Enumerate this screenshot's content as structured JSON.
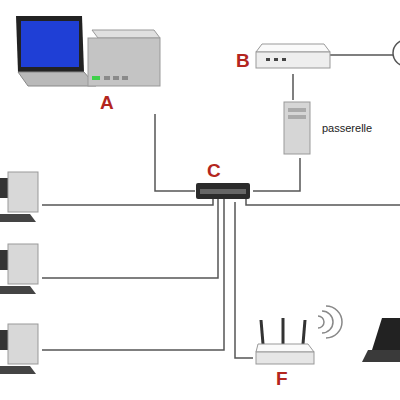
{
  "diagram": {
    "nodes": [
      {
        "text": [
          "A"
        ]
      },
      {
        "text": [
          "B"
        ]
      },
      {
        "text": [
          "C"
        ]
      },
      {
        "text": [
          "passerelle"
        ]
      },
      {
        "text": [
          "F"
        ]
      }
    ],
    "edges": [
      {
        "from": 0,
        "to": 2,
        "arrow": "none"
      },
      {
        "from": 1,
        "to": 3,
        "arrow": "none"
      },
      {
        "from": 3,
        "to": 2,
        "arrow": "none"
      },
      {
        "from": 2,
        "to": 4,
        "arrow": "none"
      }
    ]
  }
}
